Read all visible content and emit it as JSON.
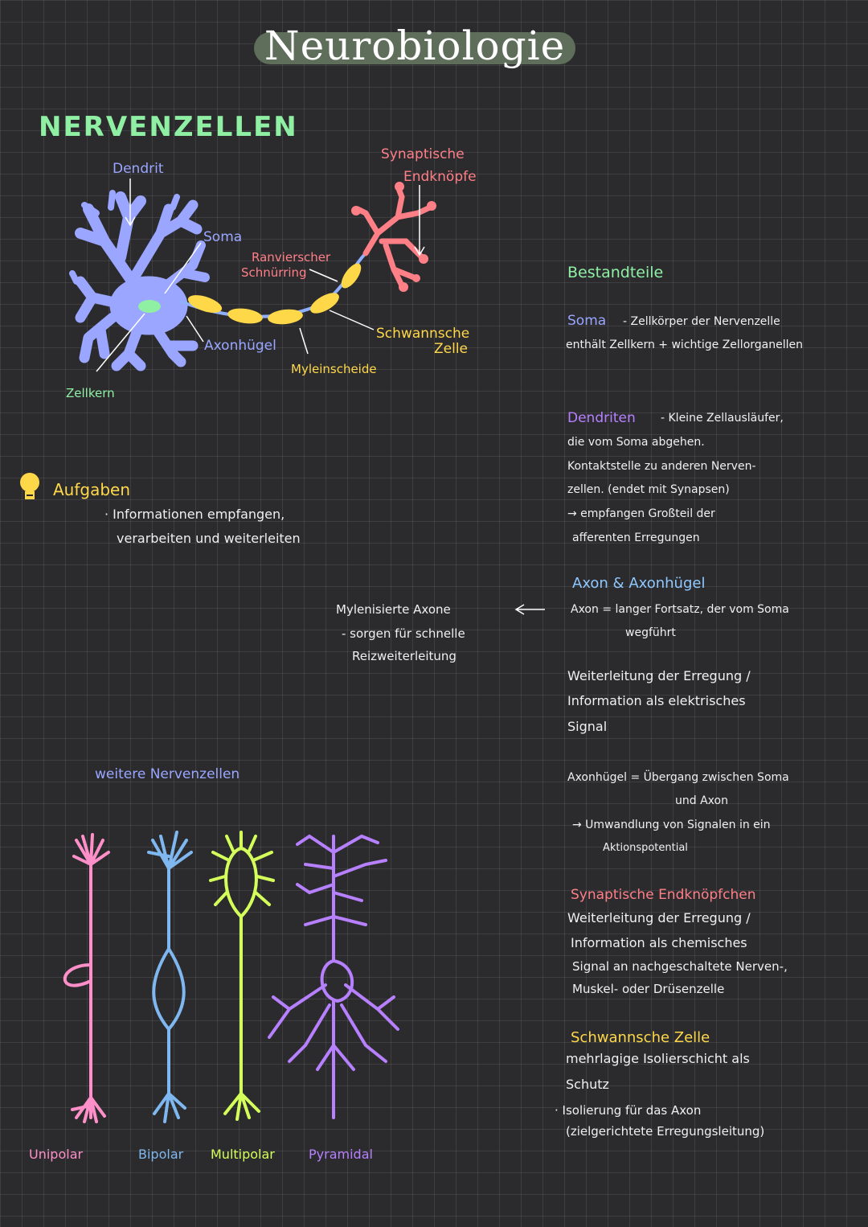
{
  "title": "Neurobiologie",
  "heading": "NERVENZELLEN",
  "diagram_labels": {
    "dendrit": "Dendrit",
    "soma": "Soma",
    "ranvier_1": "Ranvierscher",
    "ranvier_2": "Schnürring",
    "synapse_1": "Synaptische",
    "synapse_2": "Endknöpfe",
    "axonhuegel": "Axonhügel",
    "schwann_1": "Schwannsche",
    "schwann_2": "Zelle",
    "myelin": "Myleinscheide",
    "zellkern": "Zellkern"
  },
  "aufgaben": {
    "title": "Aufgaben",
    "line1": "· Informationen empfangen,",
    "line2": "verarbeiten und weiterleiten"
  },
  "myelin_note": {
    "line1": "Mylenisierte Axone",
    "line2": "- sorgen für schnelle",
    "line3": "Reizweiterleitung",
    "arrow": "←"
  },
  "weitere": {
    "title": "weitere Nervenzellen",
    "types": [
      "Unipolar",
      "Bipolar",
      "Multipolar",
      "Pyramidal"
    ]
  },
  "bestandteile": {
    "title": "Bestandteile",
    "soma": {
      "term": "Soma",
      "l1": "- Zellkörper der Nervenzelle",
      "l2": "enthält Zellkern + wichtige Zellorganellen"
    },
    "dendriten": {
      "term": "Dendriten",
      "l1": "- Kleine Zellausläufer,",
      "l2": "die vom Soma abgehen.",
      "l3": "Kontaktstelle zu anderen Nerven-",
      "l4": "zellen. (endet mit Synapsen)",
      "l5": "→ empfangen Großteil der",
      "l6": "afferenten Erregungen"
    },
    "axon": {
      "term": "Axon & Axonhügel",
      "l1": "Axon = langer Fortsatz, der vom Soma",
      "l2": "wegführt",
      "l3": "Weiterleitung der Erregung /",
      "l4": "Information als elektrisches",
      "l5": "Signal",
      "l6": "Axonhügel = Übergang zwischen Soma",
      "l7": "und Axon",
      "l8": "→ Umwandlung von Signalen in ein",
      "l9": "Aktionspotential"
    },
    "synapse": {
      "term": "Synaptische Endknöpfchen",
      "l1": "Weiterleitung der Erregung /",
      "l2": "Information als chemisches",
      "l3": "Signal an nachgeschaltete Nerven-,",
      "l4": "Muskel- oder Drüsenzelle"
    },
    "schwann": {
      "term": "Schwannsche Zelle",
      "l1": "mehrlagige Isolierschicht als",
      "l2": "Schutz",
      "l3": "· Isolierung für das Axon",
      "l4": "(zielgerichtete Erregungsleitung)"
    }
  },
  "colors": {
    "background": "#2b2b2e",
    "heading_green": "#8ff0a4",
    "dendrite_blue": "#9aa6ff",
    "synapse_pink": "#ff7f87",
    "myelin_yellow": "#ffd84a",
    "unipolar_pink": "#ff8fc8",
    "bipolar_blue": "#7fb8f0",
    "multipolar_lime": "#d4ff5a",
    "pyramidal_purple": "#b780ff"
  },
  "icons": [
    "lightbulb-icon",
    "arrow-left-icon"
  ]
}
